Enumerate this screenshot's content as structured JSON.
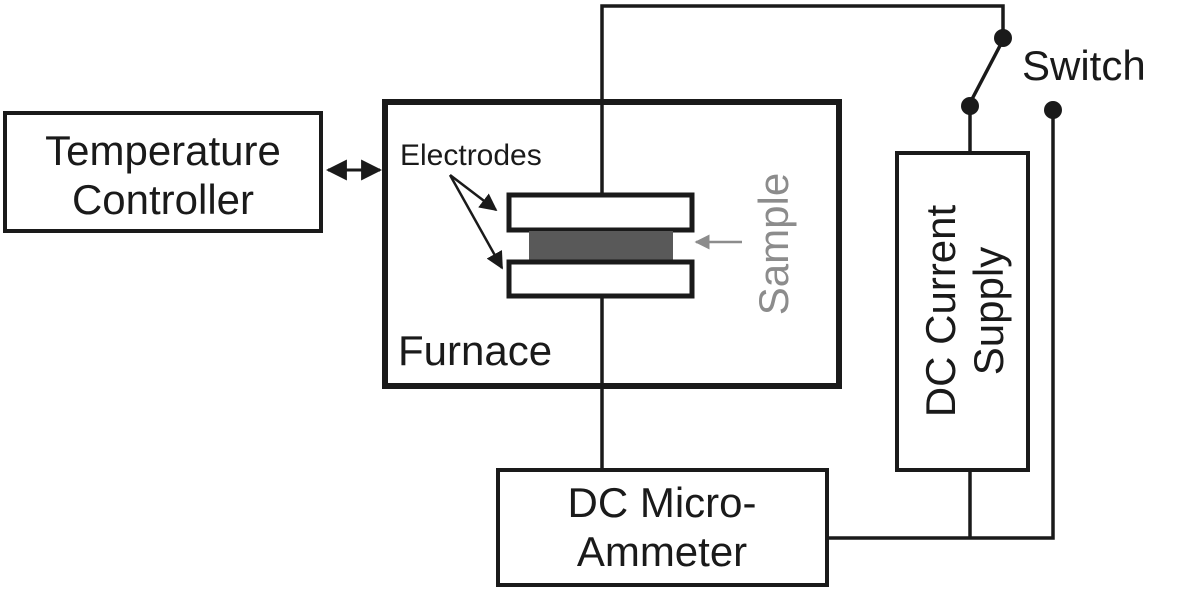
{
  "labels": {
    "temperature_controller": [
      "Temperature",
      "Controller"
    ],
    "electrodes": "Electrodes",
    "sample": "Sample",
    "furnace": "Furnace",
    "switch": "Switch",
    "dc_current_supply": [
      "DC Current",
      "Supply"
    ],
    "dc_micro_ammeter": [
      "DC Micro-",
      "Ammeter"
    ]
  },
  "colors": {
    "line": "#1a1a1a",
    "sample_fill": "#595959",
    "sample_label": "#8c8c8c",
    "sample_arrow": "#8c8c8c",
    "background": "#ffffff"
  }
}
